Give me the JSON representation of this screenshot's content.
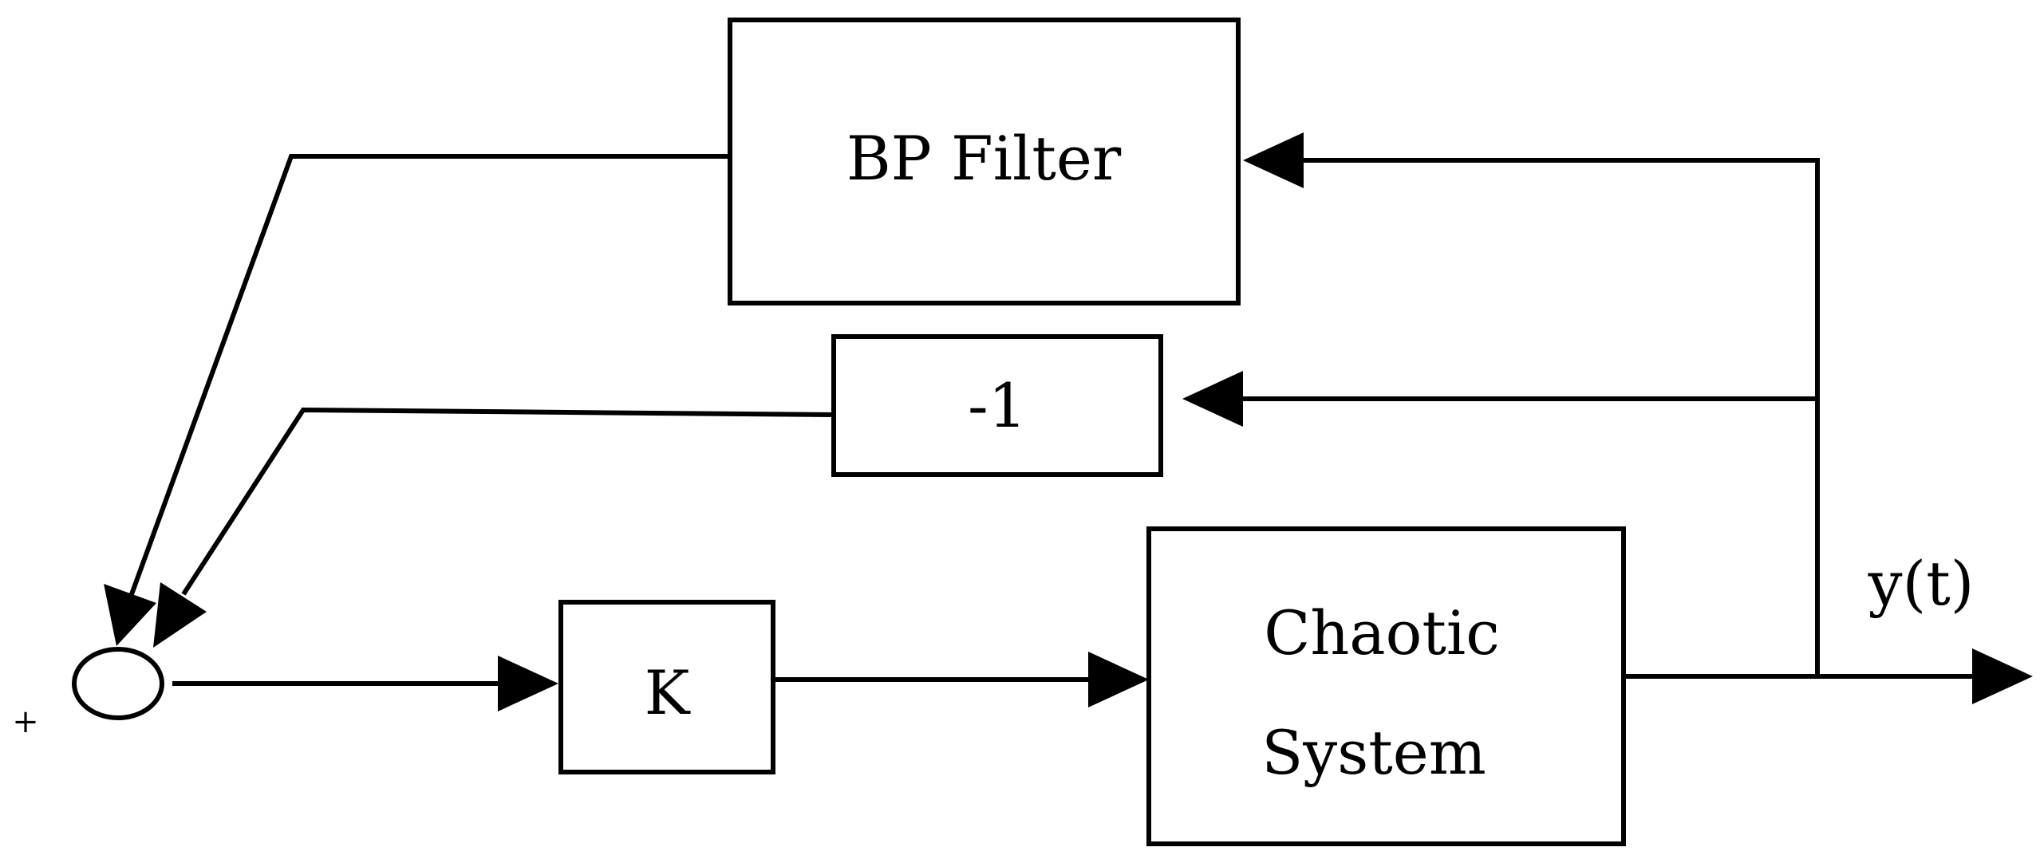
{
  "blocks": {
    "bp_filter": "BP Filter",
    "negate": "-1",
    "gain": "K",
    "plant_line1": "Chaotic",
    "plant_line2": "System"
  },
  "signals": {
    "output": "y(t)",
    "sum_sign": "+"
  }
}
